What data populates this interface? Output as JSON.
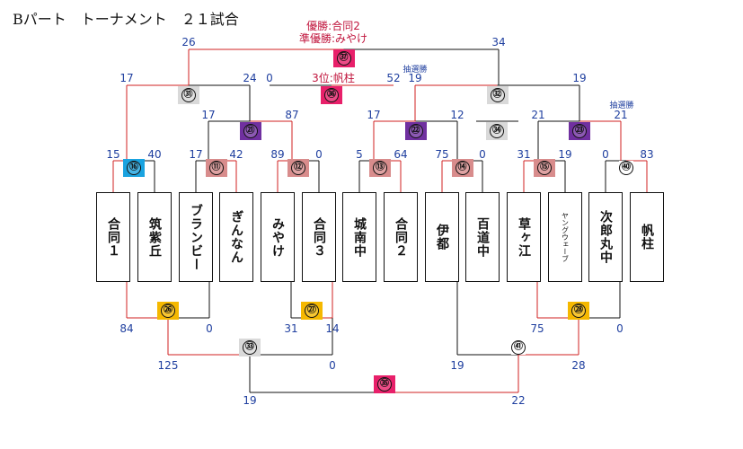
{
  "title": "Bパート　トーナメント　２１試合",
  "results": {
    "champion": "優勝:合同2",
    "runner_up": "準優勝:みやけ",
    "third": "3位:帆柱"
  },
  "lottery_label": "抽選勝",
  "teams": [
    "合同１",
    "筑紫丘",
    "ブランビー",
    "ぎんなん",
    "みやけ",
    "合同３",
    "城南中",
    "合同２",
    "伊都",
    "百道中",
    "草ヶ江",
    "ヤングウェーブ",
    "次郎丸中",
    "帆柱"
  ],
  "matches": [
    {
      "no": "⑯",
      "color": "#1aa3e0",
      "left": "15",
      "right": "40"
    },
    {
      "no": "⑪",
      "color": "#d88c8c",
      "left": "17",
      "right": "42"
    },
    {
      "no": "⑫",
      "color": "#d88c8c",
      "left": "89",
      "right": "0"
    },
    {
      "no": "⑬",
      "color": "#d88c8c",
      "left": "5",
      "right": "64"
    },
    {
      "no": "⑭",
      "color": "#d88c8c",
      "left": "75",
      "right": "0"
    },
    {
      "no": "⑮",
      "color": "#d88c8c",
      "left": "31",
      "right": "19"
    },
    {
      "no": "㊵",
      "color": "#ffffff",
      "left": "0",
      "right": "83"
    },
    {
      "no": "㉑",
      "color": "#7030a0",
      "left": "17",
      "right": "87"
    },
    {
      "no": "㉒",
      "color": "#7030a0",
      "left": "17",
      "right": "12"
    },
    {
      "no": "㉓",
      "color": "#7030a0",
      "left": "21",
      "right": "21"
    },
    {
      "no": "㉞",
      "color": "#d9d9d9",
      "left": "",
      "right": ""
    },
    {
      "no": "㉛",
      "color": "#d9d9d9",
      "left": "17",
      "right": "24"
    },
    {
      "no": "㉜",
      "color": "#d9d9d9",
      "left": "19",
      "right": "19"
    },
    {
      "no": "㊱",
      "color": "#e8206a",
      "left": "0",
      "right": "52"
    },
    {
      "no": "㊲",
      "color": "#e8206a",
      "left": "26",
      "right": "34"
    },
    {
      "no": "㉖",
      "color": "#f5b800",
      "left": "84",
      "right": "0"
    },
    {
      "no": "㉗",
      "color": "#f5b800",
      "left": "31",
      "right": "14"
    },
    {
      "no": "㉘",
      "color": "#f5b800",
      "left": "75",
      "right": "0"
    },
    {
      "no": "㉝",
      "color": "#d9d9d9",
      "left": "125",
      "right": "0"
    },
    {
      "no": "㊶",
      "color": "#ffffff",
      "left": "19",
      "right": "28"
    },
    {
      "no": "㉟",
      "color": "#e8206a",
      "left": "19",
      "right": "22"
    }
  ],
  "colors": {
    "win_line": "#d02020",
    "line": "#111111",
    "score": "#1f3f9f",
    "note": "#c0143c"
  }
}
